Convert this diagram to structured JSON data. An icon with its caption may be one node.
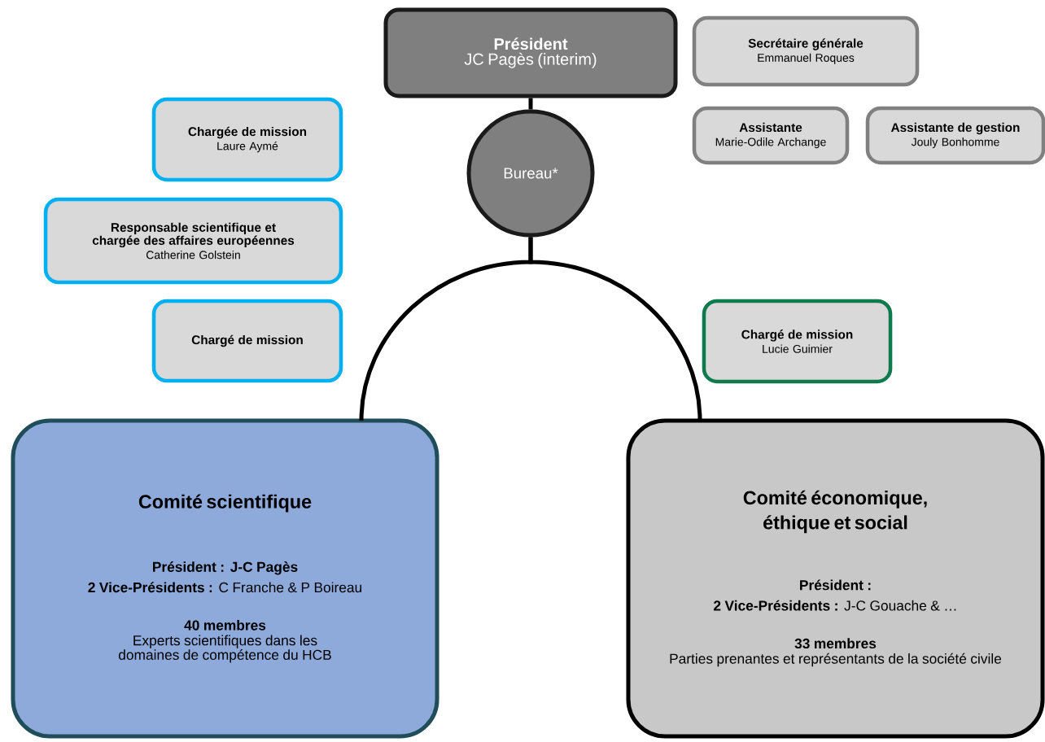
{
  "diagram": {
    "nodes": [
      {
        "text": [
          "Président",
          "JC Pagès (interim)"
        ]
      },
      {
        "text": [
          "Secrétaire générale",
          "Emmanuel Roques"
        ]
      },
      {
        "text": [
          "Assistante",
          "Marie-Odile Archange"
        ]
      },
      {
        "text": [
          "Assistante de gestion",
          "Jouly Bonhomme"
        ]
      },
      {
        "text": [
          "Chargée de mission",
          "Laure Aymé"
        ]
      },
      {
        "text": [
          "Bureau*"
        ]
      },
      {
        "text": [
          "Responsable scientifique et chargée des affaires européennes",
          "Catherine Golstein"
        ]
      },
      {
        "text": [
          "Chargé de mission"
        ]
      },
      {
        "text": [
          "Chargé de mission",
          "Lucie Guimier"
        ]
      },
      {
        "text": [
          "Comité scientifique",
          "Président : J-C Pagès",
          "**2 Vice-Présidents :** C Franche & P Boireau",
          "40 membres",
          "Experts scientifiques dans les domaines de compétence du HCB"
        ]
      },
      {
        "text": [
          "Comité économique, éthique et social",
          "Président :",
          "**2 Vice-Présidents :** J-C Gouache & …",
          "33 membres",
          "Parties prenantes et représentants de la société civile"
        ]
      }
    ],
    "edges": [
      {
        "from": 0,
        "to": 5,
        "arrow": "none"
      },
      {
        "from": 5,
        "to": 9,
        "arrow": "none"
      },
      {
        "from": 5,
        "to": 10,
        "arrow": "none"
      }
    ]
  }
}
